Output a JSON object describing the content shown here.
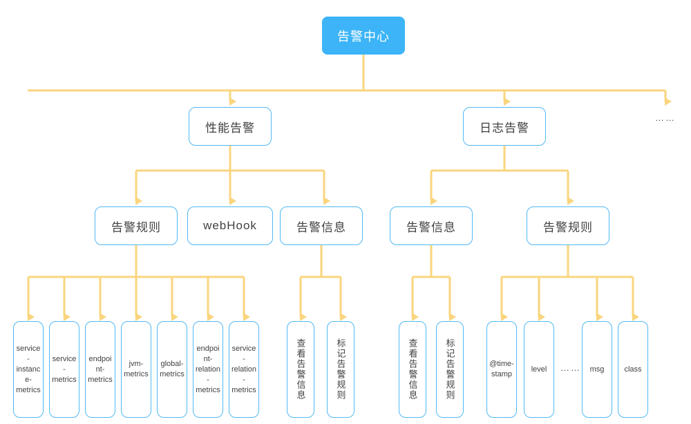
{
  "diagram": {
    "title_node": "告警中心",
    "link_color": "#FAD57E",
    "node_border_color": "#4FB8F5",
    "root_fill_color": "#3CB4F7",
    "text_color": "#3f3f3f"
  },
  "nodes": {
    "root": {
      "label": "告警中心"
    },
    "level2": [
      {
        "label": "性能告警"
      },
      {
        "label": "日志告警"
      },
      {
        "label": "……"
      }
    ],
    "level3": [
      {
        "label": "告警规则"
      },
      {
        "label": "webHook"
      },
      {
        "label": "告警信息"
      },
      {
        "label": "告警信息"
      },
      {
        "label": "告警规则"
      }
    ],
    "perf_rule_leaves": [
      {
        "label": "service-instance-metrics"
      },
      {
        "label": "service-metrics"
      },
      {
        "label": "endpoint-metrics"
      },
      {
        "label": "jvm-metrics"
      },
      {
        "label": "global-metrics"
      },
      {
        "label": "endpoint-relation-metrics"
      },
      {
        "label": "service-relation-metrics"
      }
    ],
    "perf_info_leaves": [
      {
        "label": "查看告警信息"
      },
      {
        "label": "标记告警规则"
      }
    ],
    "log_info_leaves": [
      {
        "label": "查看告警信息"
      },
      {
        "label": "标记告警规则"
      }
    ],
    "log_rule_leaves": [
      {
        "label": "@time-stamp"
      },
      {
        "label": "level"
      },
      {
        "label": "msg"
      },
      {
        "label": "class"
      }
    ],
    "log_rule_ellipsis": "……"
  }
}
